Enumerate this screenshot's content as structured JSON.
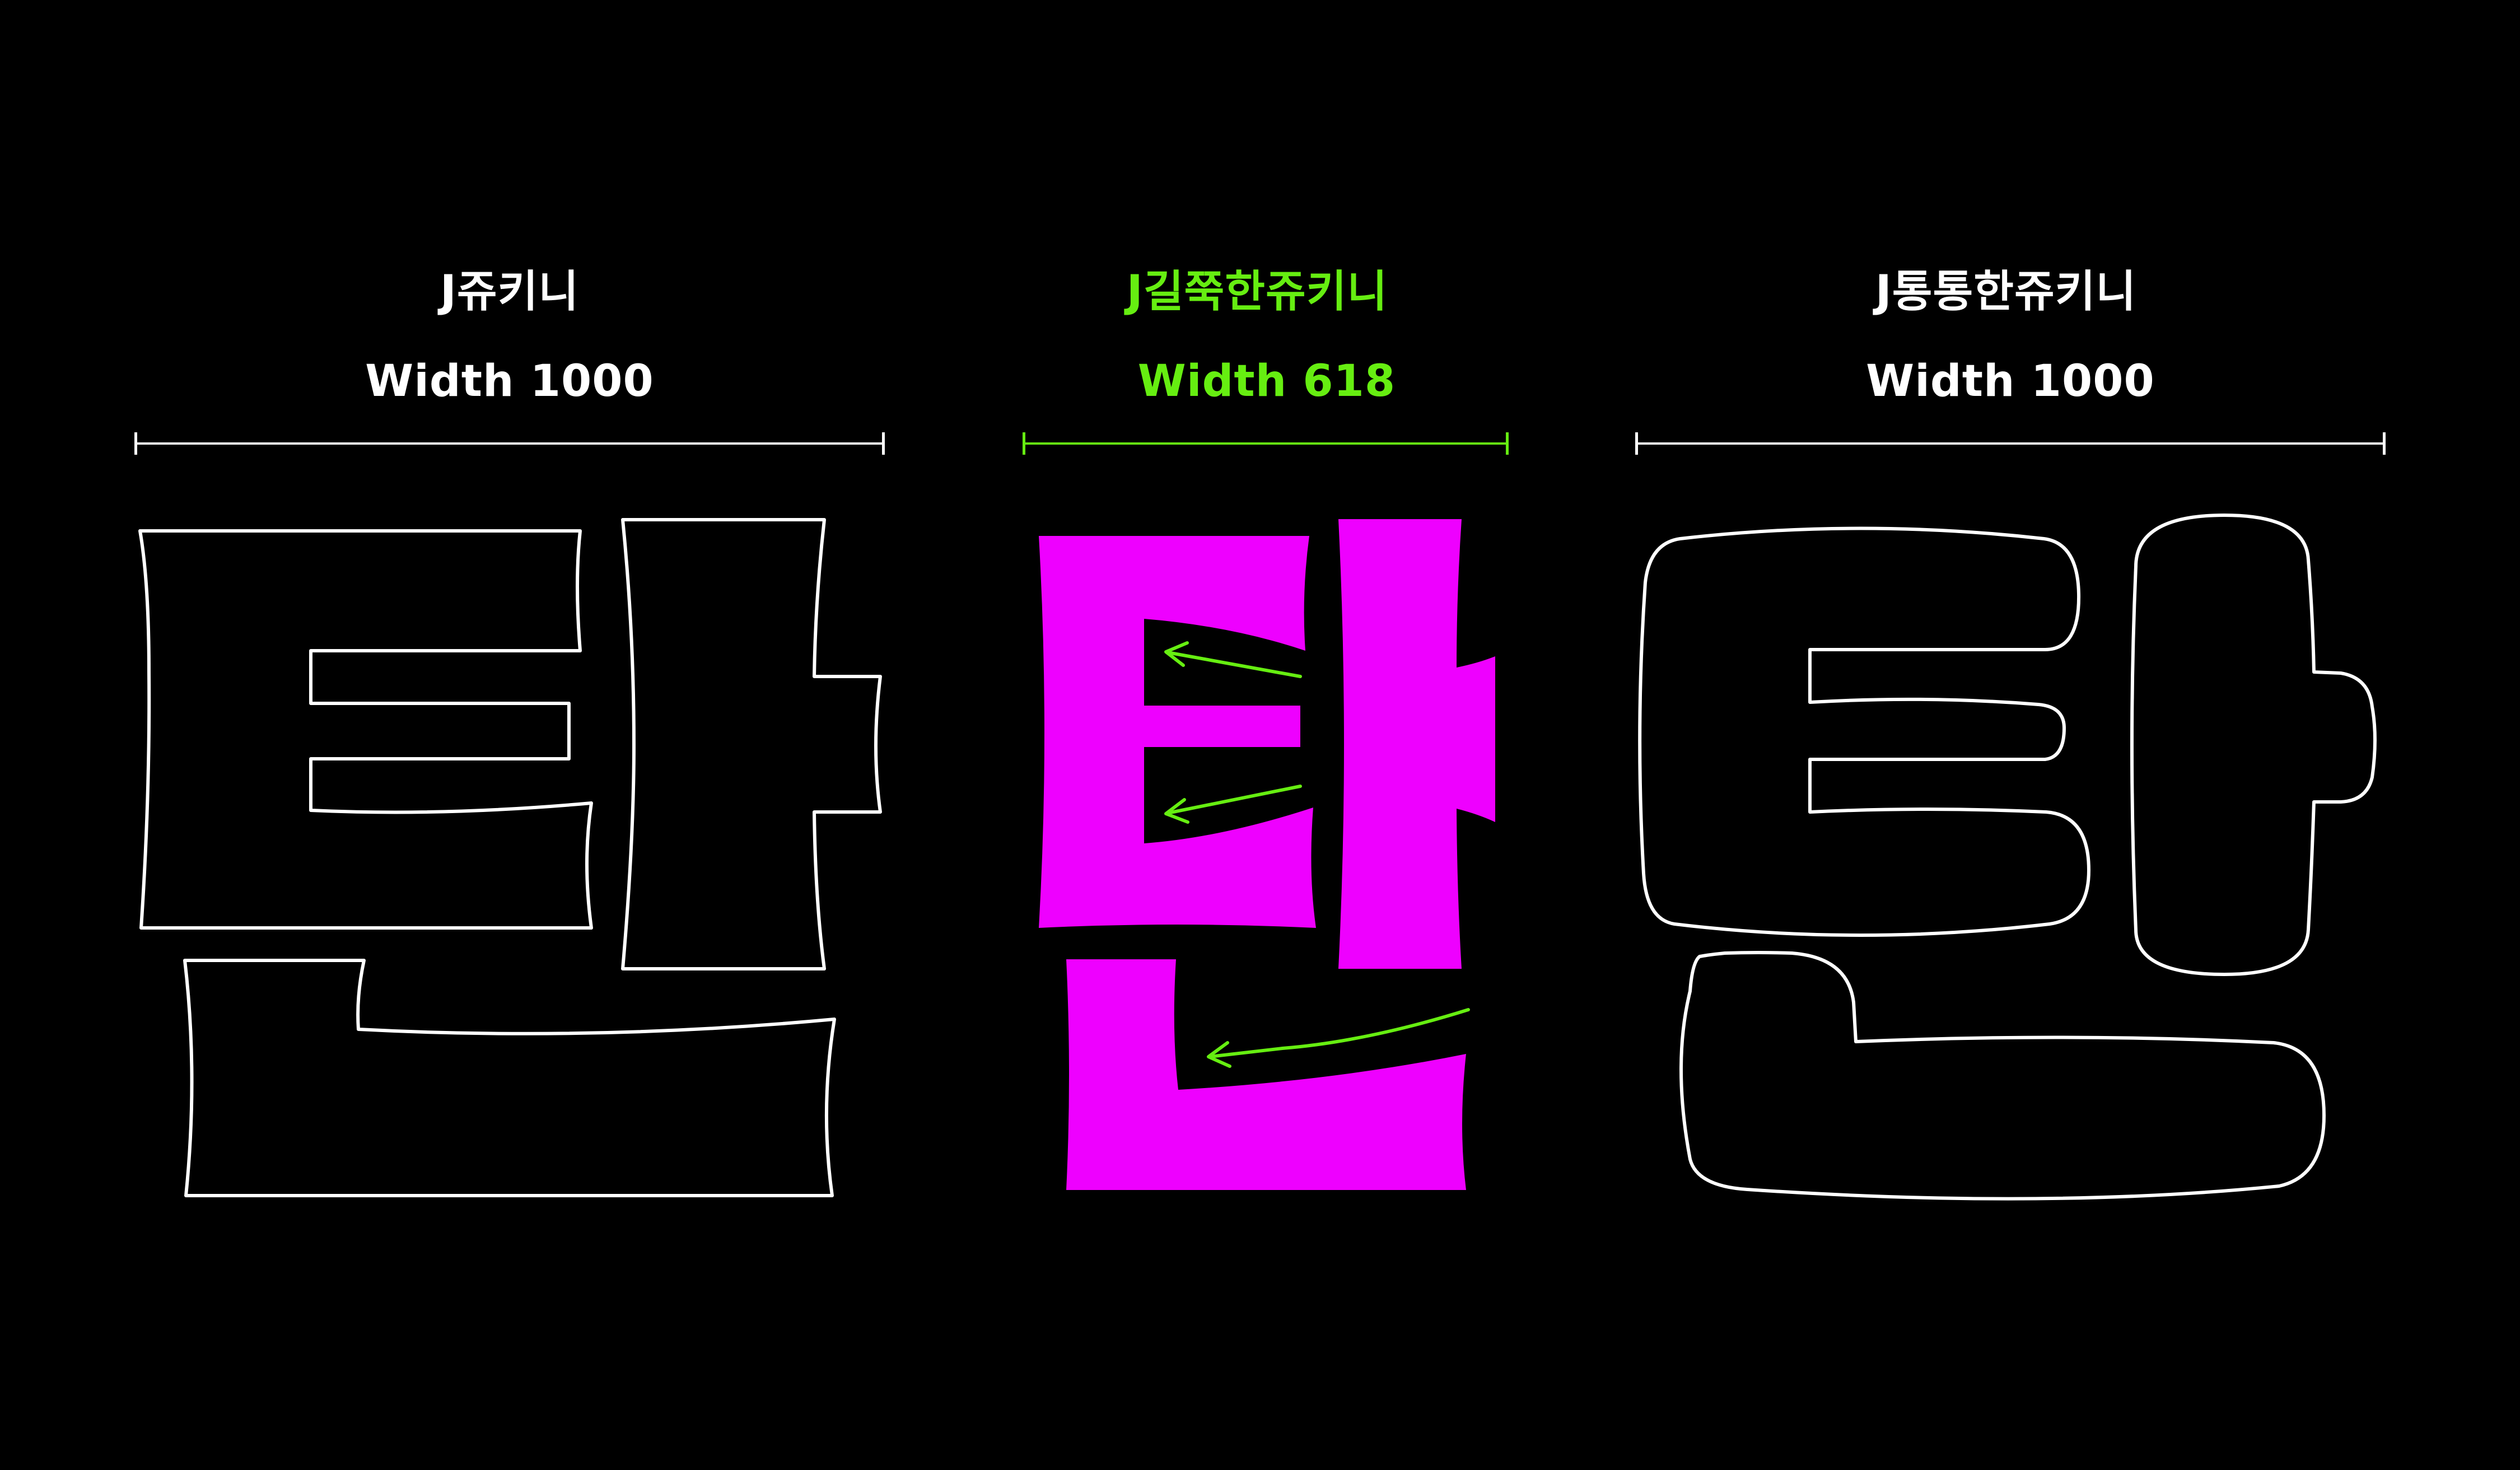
{
  "colors": {
    "background": "#000000",
    "outline": "#ffffff",
    "accent_green": "#66ee11",
    "accent_magenta": "#ee00ff"
  },
  "columns": [
    {
      "font_name": "J쥬키니",
      "width_label": "Width 1000",
      "highlight": false
    },
    {
      "font_name": "J길쭉한쥬키니",
      "width_label": "Width 618",
      "highlight": true
    },
    {
      "font_name": "J통통한쥬키니",
      "width_label": "Width 1000",
      "highlight": false
    }
  ]
}
